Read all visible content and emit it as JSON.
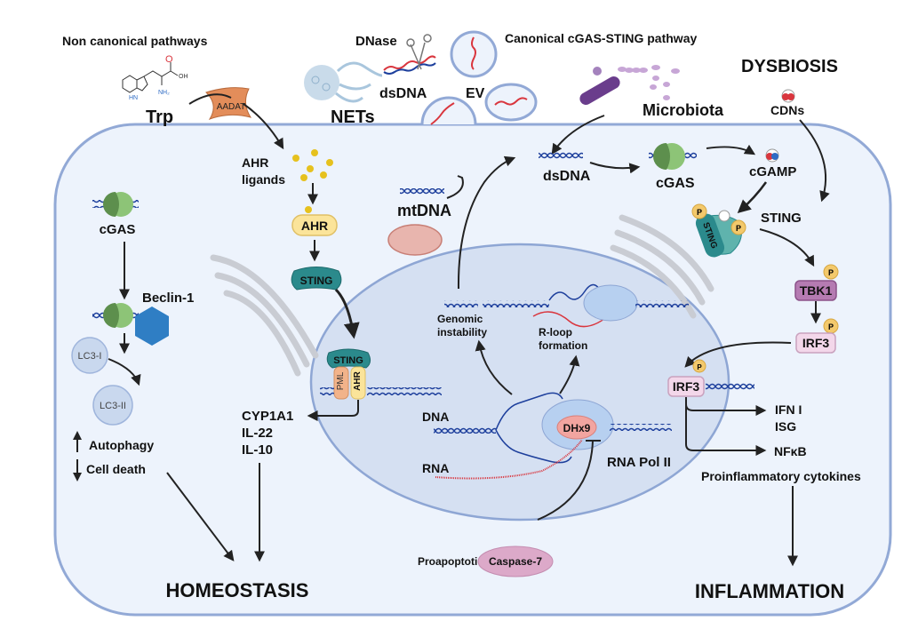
{
  "headers": {
    "non_canonical": "Non canonical pathways",
    "canonical": "Canonical cGAS-STING pathway",
    "dysbiosis": "DYSBIOSIS"
  },
  "outside": {
    "trp": "Trp",
    "aadat": "AADAT",
    "dnase": "DNase",
    "dsdna": "dsDNA",
    "nets": "NETs",
    "ev": "EV",
    "microbiota": "Microbiota",
    "cdns": "CDNs",
    "trp_molecule": {
      "o": "O",
      "oh": "OH",
      "hn": "HN",
      "nh2": "NH₂"
    }
  },
  "left_pathway": {
    "cgas": "cGAS",
    "beclin": "Beclin-1",
    "lc3_i": "LC3-I",
    "lc3_ii": "LC3-II",
    "autophagy": "Autophagy",
    "cell_death": "Cell death",
    "autophagy_direction": "up",
    "cell_death_direction": "down"
  },
  "ahr_pathway": {
    "ahr_ligands_line1": "AHR",
    "ahr_ligands_line2": "ligands",
    "ahr": "AHR",
    "sting": "STING",
    "complex_sting": "STING",
    "complex_pml": "PML",
    "complex_ahr": "AHR",
    "targets": [
      "CYP1A1",
      "IL-22",
      "IL-10"
    ]
  },
  "nucleus": {
    "genomic_line1": "Genomic",
    "genomic_line2": "instability",
    "rloop_line1": "R-loop",
    "rloop_line2": "formation",
    "dna": "DNA",
    "rna": "RNA",
    "dhx9": "DHx9",
    "rna_pol": "RNA Pol II"
  },
  "caspase": {
    "label": "Proapoptotic",
    "name": "Caspase-7"
  },
  "canonical_pathway": {
    "mtdna": "mtDNA",
    "dsdna": "dsDNA",
    "cgas": "cGAS",
    "cgamp": "cGAMP",
    "sting_label": "STING",
    "sting_protein": "STING",
    "phospho": "P",
    "tbk1": "TBK1",
    "irf3": "IRF3",
    "irf3_nuclear": "IRF3",
    "ifn": "IFN I",
    "isg": "ISG",
    "nfkb": "NFκB",
    "cytokines": "Proinflammatory cytokines"
  },
  "outcomes": {
    "homeostasis": "HOMEOSTASIS",
    "inflammation": "INFLAMMATION"
  },
  "colors": {
    "cell_fill": "#edf3fc",
    "cell_stroke": "#92a9d6",
    "nucleus_fill": "#d5e0f2",
    "cgas_dark": "#5d8f4d",
    "cgas_light": "#8dc477",
    "beclin": "#2f7ec4",
    "lc3": "#c9d8ee",
    "ahr": "#fbe49a",
    "sting": "#2b8a8c",
    "pml": "#f2b38a",
    "tbk1": "#b57bb2",
    "irf3": "#f3d7ea",
    "caspase": "#dca9c9",
    "dhx9": "#f2a5a0",
    "phospho": "#f3c96c",
    "aadat": "#e38d5a",
    "ligand": "#e6c11e",
    "dna_blue": "#1d3f9c",
    "dna_red": "#d9363e"
  }
}
